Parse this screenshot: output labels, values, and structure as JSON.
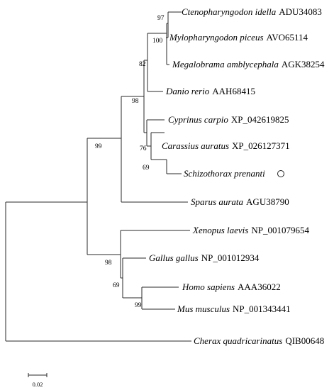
{
  "taxa": [
    {
      "species": "Ctenopharyngodon idella",
      "accession": "ADU34083"
    },
    {
      "species": "Mylopharyngodon piceus",
      "accession": "AVO65114"
    },
    {
      "species": "Megalobrama amblycephala",
      "accession": "AGK38254"
    },
    {
      "species": "Danio rerio",
      "accession": "AAH68415"
    },
    {
      "species": "Cyprinus carpio",
      "accession": "XP_042619825"
    },
    {
      "species": "Carassius auratus",
      "accession": "XP_026127371"
    },
    {
      "species": "Schizothorax prenanti",
      "accession": "",
      "marker": "open-circle"
    },
    {
      "species": "Sparus aurata",
      "accession": "AGU38790"
    },
    {
      "species": "Xenopus laevis",
      "accession": "NP_001079654"
    },
    {
      "species": "Gallus gallus",
      "accession": "NP_001012934"
    },
    {
      "species": "Homo sapiens",
      "accession": "AAA36022"
    },
    {
      "species": "Mus musculus",
      "accession": "NP_001343441"
    },
    {
      "species": "Cherax quadricarinatus",
      "accession": "QIB00648"
    }
  ],
  "bootstrap": [
    "97",
    "100",
    "82",
    "98",
    "76",
    "69",
    "99",
    "98",
    "69",
    "99"
  ],
  "scale_bar": {
    "label": "0.02"
  }
}
